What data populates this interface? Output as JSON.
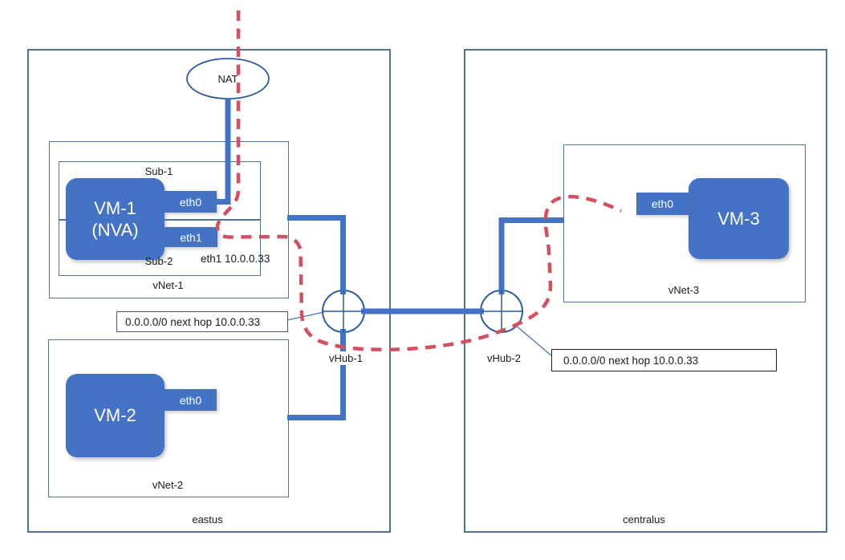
{
  "regions": {
    "east": {
      "label": "eastus"
    },
    "central": {
      "label": "centralus"
    }
  },
  "nodes": {
    "nat": {
      "label": "NAT"
    },
    "vm1": {
      "label_line1": "VM-1",
      "label_line2": "(NVA)",
      "eth0": "eth0",
      "eth1": "eth1"
    },
    "vm2": {
      "label": "VM-2",
      "eth0": "eth0"
    },
    "vm3": {
      "label": "VM-3",
      "eth0": "eth0"
    },
    "sub1": {
      "label": "Sub-1"
    },
    "sub2": {
      "label": "Sub-2"
    },
    "vnet1": {
      "label": "vNet-1"
    },
    "vnet2": {
      "label": "vNet-2"
    },
    "vnet3": {
      "label": "vNet-3"
    },
    "vhub1": {
      "label": "vHub-1"
    },
    "vhub2": {
      "label": "vHub-2"
    }
  },
  "annotations": {
    "eth1_ip": "eth1 10.0.0.33",
    "route_left": "0.0.0.0/0 next hop 10.0.0.33",
    "route_right": "0.0.0.0/0 next hop 10.0.0.33"
  },
  "colors": {
    "vm_fill": "#4472c4",
    "link_thick": "#4472c4",
    "node_stroke": "#2e5b9f",
    "inner_box_border": "#51749c",
    "region_border": "#4f7298",
    "dashed_route": "#d25060",
    "text": "#262626"
  }
}
